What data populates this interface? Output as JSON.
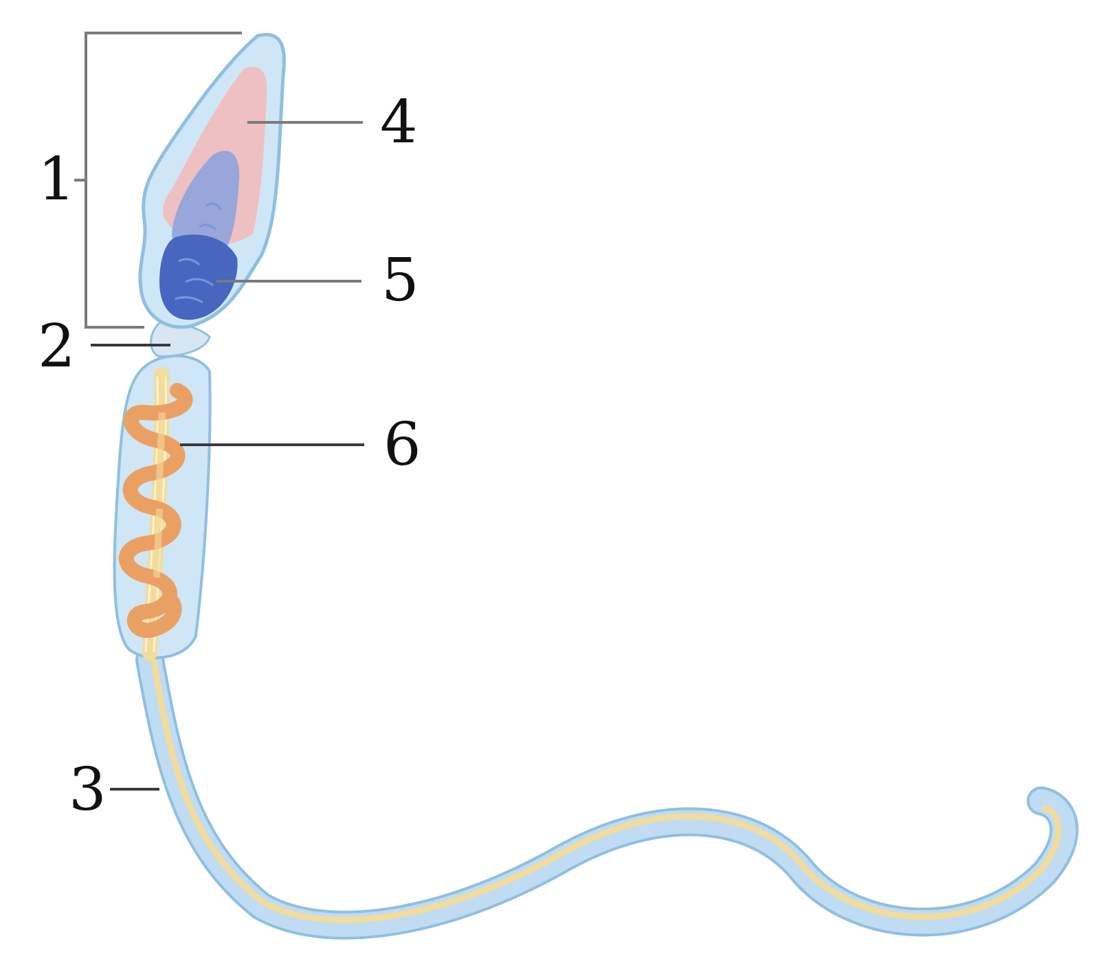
{
  "labels": [
    {
      "id": "1",
      "text": "1"
    },
    {
      "id": "2",
      "text": "2"
    },
    {
      "id": "3",
      "text": "3"
    },
    {
      "id": "4",
      "text": "4"
    },
    {
      "id": "5",
      "text": "5"
    },
    {
      "id": "6",
      "text": "6"
    }
  ],
  "colors": {
    "membrane_fill": "#cfe6f6",
    "membrane_stroke": "#8fbfe0",
    "acrosome": "#eec0c2",
    "nucleus_light": "#8ea3dc",
    "nucleus_dark": "#4766bf",
    "axoneme": "#f1dc9c",
    "mitochondria": "#eba063",
    "tail_sheath": "#a9d3ef",
    "leader_line": "#7a7a7a",
    "label_text": "#111111"
  }
}
